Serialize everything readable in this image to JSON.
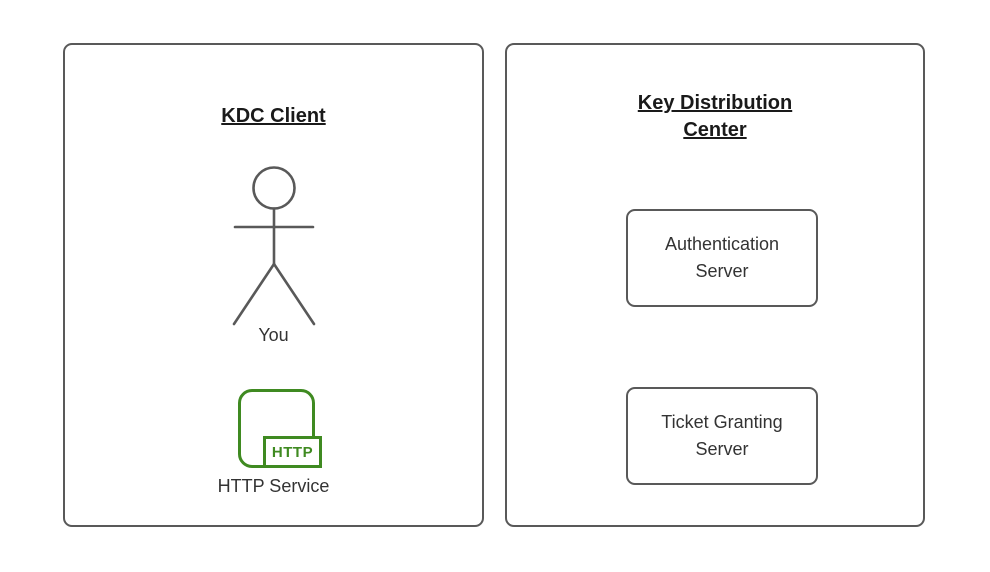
{
  "colors": {
    "background": "#ffffff",
    "border_gray": "#595959",
    "text_dark": "#333333",
    "title_black": "#1a1a1a",
    "accent_green": "#3f8a21"
  },
  "client_panel": {
    "title": "KDC Client",
    "actor_label": "You",
    "service_icon_badge": "HTTP",
    "service_label": "HTTP Service",
    "icons": {
      "person_icon": "stick-figure-person",
      "http_service_icon": "green-rounded-square-with-http-tag"
    }
  },
  "kdc_panel": {
    "title": "Key Distribution Center",
    "boxes": [
      {
        "label": "Authentication Server"
      },
      {
        "label": "Ticket Granting Server"
      }
    ]
  }
}
